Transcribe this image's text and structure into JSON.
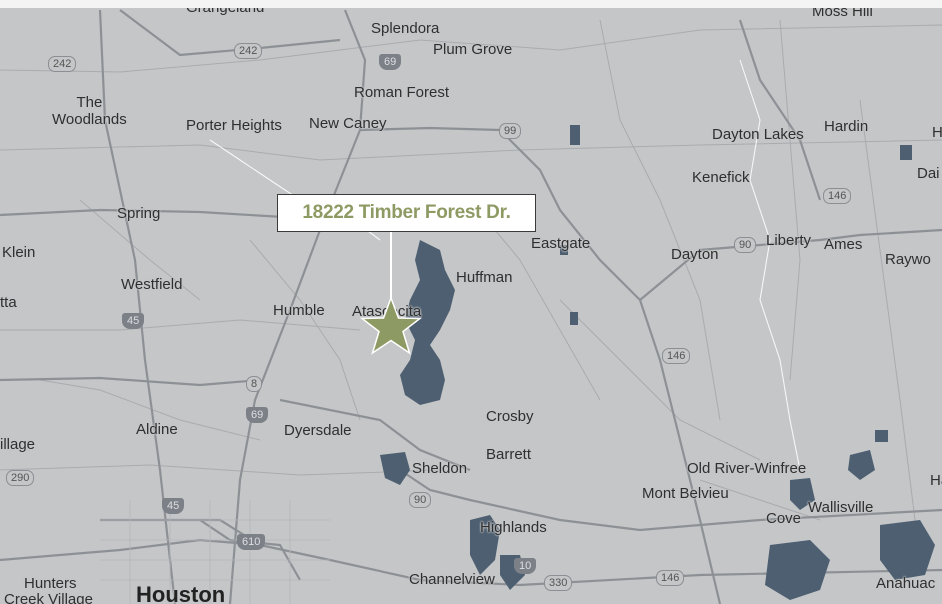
{
  "marker": {
    "address": "18222 Timber Forest Dr.",
    "color": "#8e9a63"
  },
  "places": {
    "grangeland": "Grangeland",
    "moss_hill": "Moss Hill",
    "splendora": "Splendora",
    "plum_grove": "Plum Grove",
    "roman_forest": "Roman Forest",
    "the_woodlands": "The\nWoodlands",
    "porter_heights": "Porter Heights",
    "new_caney": "New Caney",
    "dayton_lakes": "Dayton Lakes",
    "hardin": "Hardin",
    "kenefick": "Kenefick",
    "daisetta": "Dai",
    "spring": "Spring",
    "eastgate": "Eastgate",
    "dayton": "Dayton",
    "liberty": "Liberty",
    "ames": "Ames",
    "raywood": "Raywo",
    "klein": "Klein",
    "huffman": "Huffman",
    "westfield": "Westfield",
    "tta": "tta",
    "humble": "Humble",
    "atascocita": "Atascocita",
    "crosby": "Crosby",
    "aldine": "Aldine",
    "dyersdale": "Dyersdale",
    "village": "illage",
    "sheldon": "Sheldon",
    "barrett": "Barrett",
    "old_river_winfree": "Old River-Winfree",
    "mont_belvieu": "Mont Belvieu",
    "cove": "Cove",
    "wallisville": "Wallisville",
    "highlands": "Highlands",
    "channelview": "Channelview",
    "anahuac": "Anahuac",
    "hunters_creek_1": "Hunters",
    "hunters_creek_2": "Creek Village",
    "houston": "Houston",
    "h_edge": "H",
    "h_edge2": "Ha"
  },
  "shields": {
    "r242a": "242",
    "r242b": "242",
    "i69a": "69",
    "r99": "99",
    "r146a": "146",
    "us90a": "90",
    "i45a": "45",
    "r8": "8",
    "i69b": "69",
    "r146b": "146",
    "r290": "290",
    "us90b": "90",
    "i45b": "45",
    "i610": "610",
    "i10": "10",
    "r330": "330",
    "r146c": "146"
  }
}
